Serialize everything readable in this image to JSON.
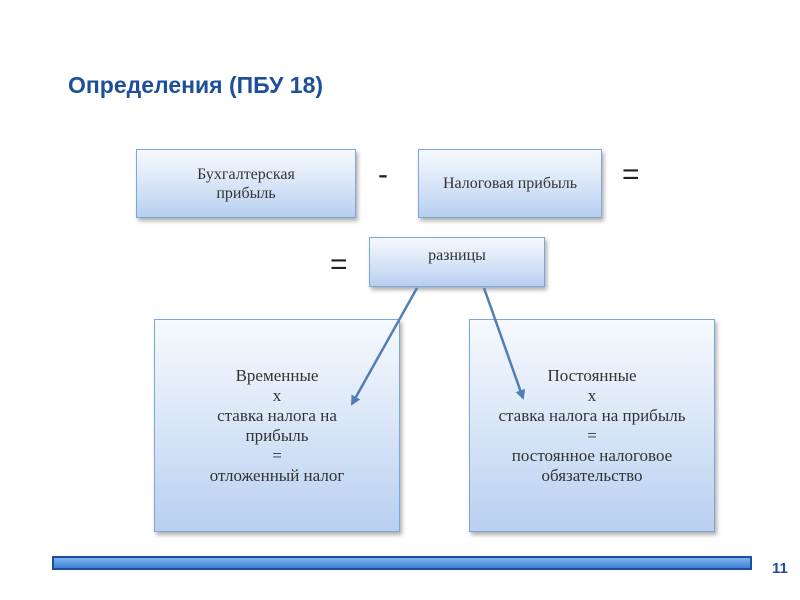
{
  "title": "Определения (ПБУ 18)",
  "boxes": {
    "accounting_profit": "Бухгалтерская прибыль",
    "tax_profit": "Налоговая прибыль",
    "differences": "разницы",
    "temporary": [
      "Временные",
      "x",
      "ставка налога на",
      "прибыль",
      "=",
      "отложенный налог"
    ],
    "permanent": [
      "Постоянные",
      "x",
      "ставка налога на прибыль",
      "=",
      "постоянное налоговое",
      "обязательство"
    ]
  },
  "operators": {
    "minus": "-",
    "equals_right": "=",
    "equals_left": "="
  },
  "page_number": "11",
  "colors": {
    "title": "#1f4e9a",
    "arrow": "#4f7fb5",
    "box_border": "#7ea6d6",
    "bar": "#3c82d6"
  }
}
